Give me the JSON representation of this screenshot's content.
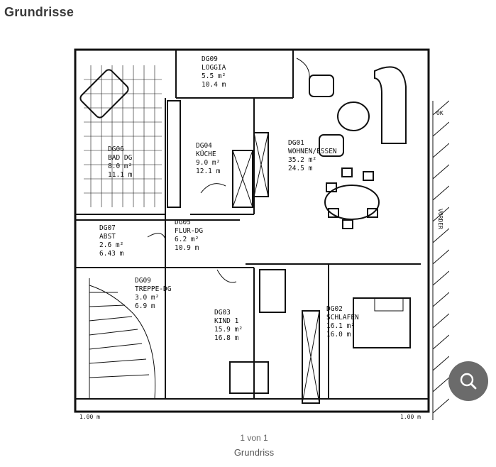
{
  "section": {
    "title": "Grundrisse"
  },
  "gallery": {
    "counter": "1 von 1",
    "caption": "Grundriss",
    "zoom_icon": "search-icon"
  },
  "floorplan": {
    "rooms": [
      {
        "code": "DG09",
        "name": "LOGGIA",
        "area1": "5.5 m²",
        "area2": "10.4 m"
      },
      {
        "code": "DG06",
        "name": "BAD DG",
        "area1": "8.0 m²",
        "area2": "11.1 m"
      },
      {
        "code": "DG04",
        "name": "KÜCHE",
        "area1": "9.0 m²",
        "area2": "12.1 m"
      },
      {
        "code": "DG01",
        "name": "WOHNEN/ESSEN",
        "area1": "35.2 m²",
        "area2": "24.5 m"
      },
      {
        "code": "DG07",
        "name": "ABST",
        "area1": "2.6 m²",
        "area2": "6.43 m"
      },
      {
        "code": "DG05",
        "name": "FLUR-DG",
        "area1": "6.2 m²",
        "area2": "10.9 m"
      },
      {
        "code": "DG09",
        "name": "TREPPE-DG",
        "area1": "3.0 m²",
        "area2": "6.9 m"
      },
      {
        "code": "DG03",
        "name": "KIND 1",
        "area1": "15.9 m²",
        "area2": "16.8 m"
      },
      {
        "code": "DG02",
        "name": "SCHLAFEN",
        "area1": "16.1 m²",
        "area2": "16.0 m"
      }
    ],
    "notes": {
      "top_right": "OK",
      "side": "VORDER",
      "bottom_left": "1.00 m",
      "bottom_right": "1.00 m"
    }
  },
  "colors": {
    "title": "#3a3a3a",
    "zoom_button": "#6b6b6b",
    "plan_line": "#111111"
  }
}
